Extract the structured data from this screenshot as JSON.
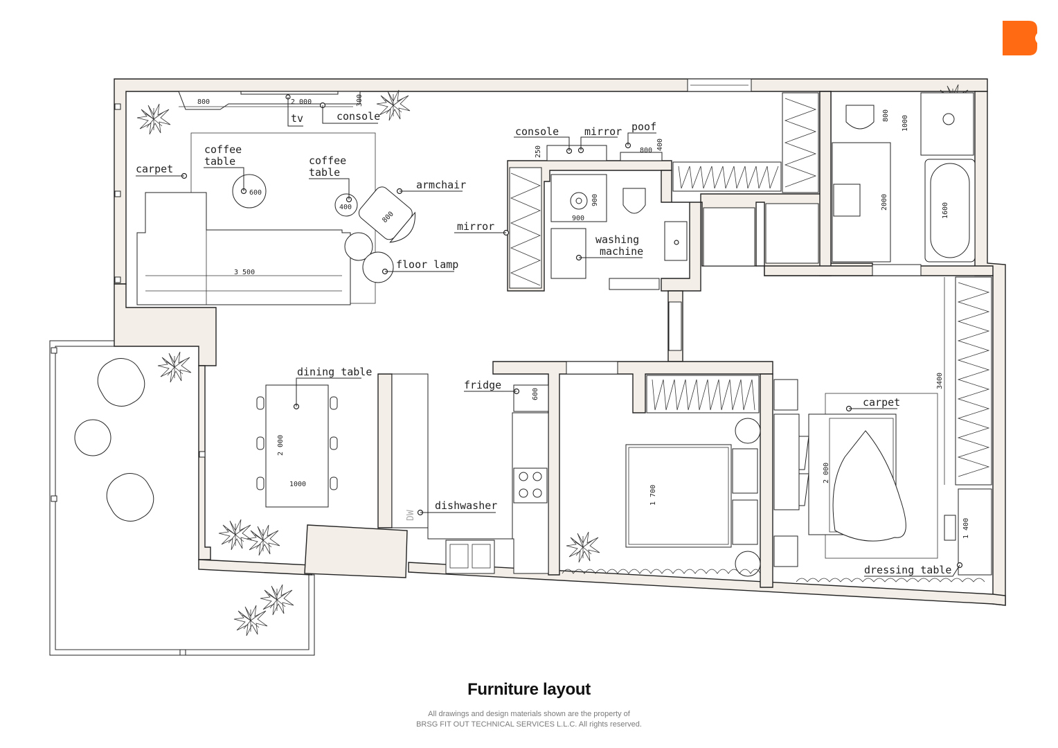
{
  "title": "Furniture layout",
  "copyright": {
    "line1": "All drawings and design materials shown are the property of",
    "line2": "BRSG FIT OUT TECHNICAL SERVICES L.L.C. All rights reserved."
  },
  "brand": {
    "accent": "#ff6a13",
    "icon": "brand-logo"
  },
  "labels": {
    "tv": "tv",
    "console_living": "console",
    "carpet_living": "carpet",
    "coffee_table_1": [
      "coffee",
      "table"
    ],
    "coffee_table_2": [
      "coffee",
      "table"
    ],
    "armchair": "armchair",
    "floor_lamp": "floor lamp",
    "console_hall": "console",
    "mirror_hall": "mirror",
    "poof": "poof",
    "mirror_wardrobe": "mirror",
    "washing_machine": [
      "washing",
      "machine"
    ],
    "dining_table": "dining table",
    "fridge": "fridge",
    "dishwasher": "dishwasher",
    "dw": "DW",
    "carpet_bedroom": "carpet",
    "dressing_table": "dressing table"
  },
  "dimensions": {
    "console_800": "800",
    "tv_2000": "2 000",
    "depth_300": "300",
    "coffee_600": "600",
    "coffee_400": "400",
    "armchair_800": "800",
    "sofa_3500": "3 500",
    "console_250": "250",
    "poof_800": "800",
    "poof_400": "400",
    "sink_900": "900",
    "sink_900b": "900",
    "wc_800": "800",
    "bath_1000": "1000",
    "bath_2000": "2000",
    "bath_1600": "1600",
    "fridge_600": "600",
    "dining_2000": "2 000",
    "dining_1000": "1000",
    "bed_1700": "1 700",
    "bed_2000": "2 000",
    "wardrobe_3400": "3400",
    "dressing_1400": "1 400"
  }
}
